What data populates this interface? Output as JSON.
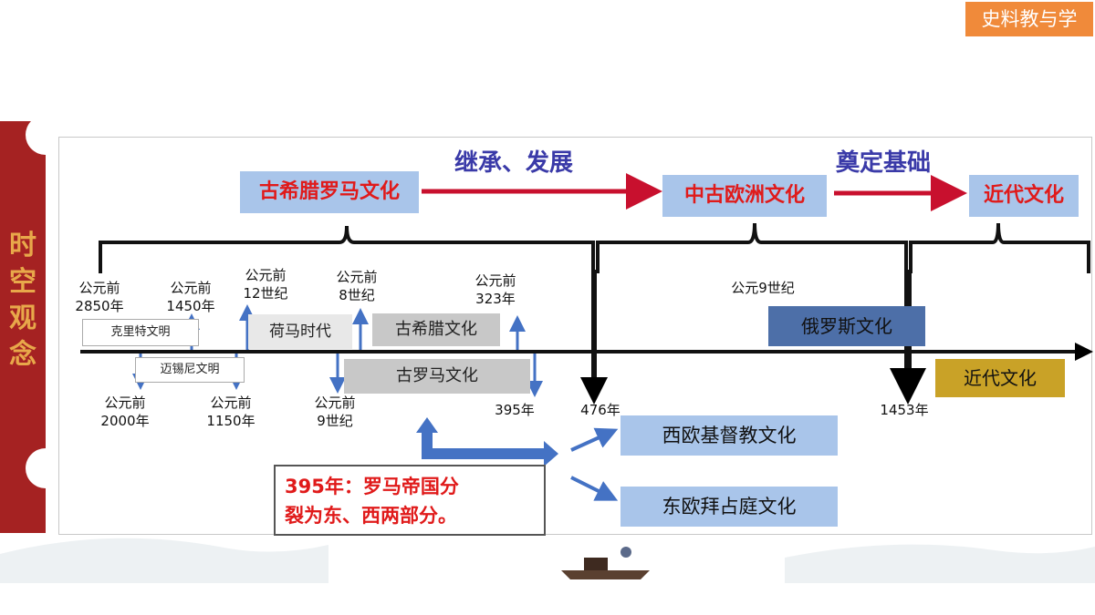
{
  "brand": "史料教与学",
  "sidebar": [
    "时",
    "空",
    "观",
    "念"
  ],
  "top": {
    "boxes": [
      "古希腊罗马文化",
      "中古欧洲文化",
      "近代文化"
    ],
    "relations": [
      "继承、发展",
      "奠定基础"
    ]
  },
  "timeline": {
    "above": [
      [
        "公元前",
        "2850年"
      ],
      [
        "公元前",
        "1450年"
      ],
      [
        "公元前",
        "12世纪"
      ],
      [
        "公元前",
        "8世纪"
      ],
      [
        "公元前",
        "323年"
      ],
      [
        "公元9世纪"
      ]
    ],
    "below": [
      [
        "公元前",
        "2000年"
      ],
      [
        "公元前",
        "1150年"
      ],
      [
        "公元前",
        "9世纪"
      ],
      [
        "395年"
      ],
      [
        "476年"
      ],
      [
        "1453年"
      ]
    ]
  },
  "periods": {
    "crete": "克里特文明",
    "mycenae": "迈锡尼文明",
    "homer": "荷马时代",
    "greek": "古希腊文化",
    "roman": "古罗马文化",
    "rus": "俄罗斯文化",
    "modern": "近代文化"
  },
  "note": [
    "395年：罗马帝国分",
    "裂为东、西两部分。"
  ],
  "branches": [
    "西欧基督教文化",
    "东欧拜占庭文化"
  ],
  "colors": {
    "sidebar": "#a52222",
    "brand": "#f08a3a",
    "box_fill": "#a9c5ea",
    "box_text": "#e01a1a",
    "arrow_red": "#c8102e",
    "arrow_blue": "#4472c4",
    "modern_box": "#c9a227"
  }
}
